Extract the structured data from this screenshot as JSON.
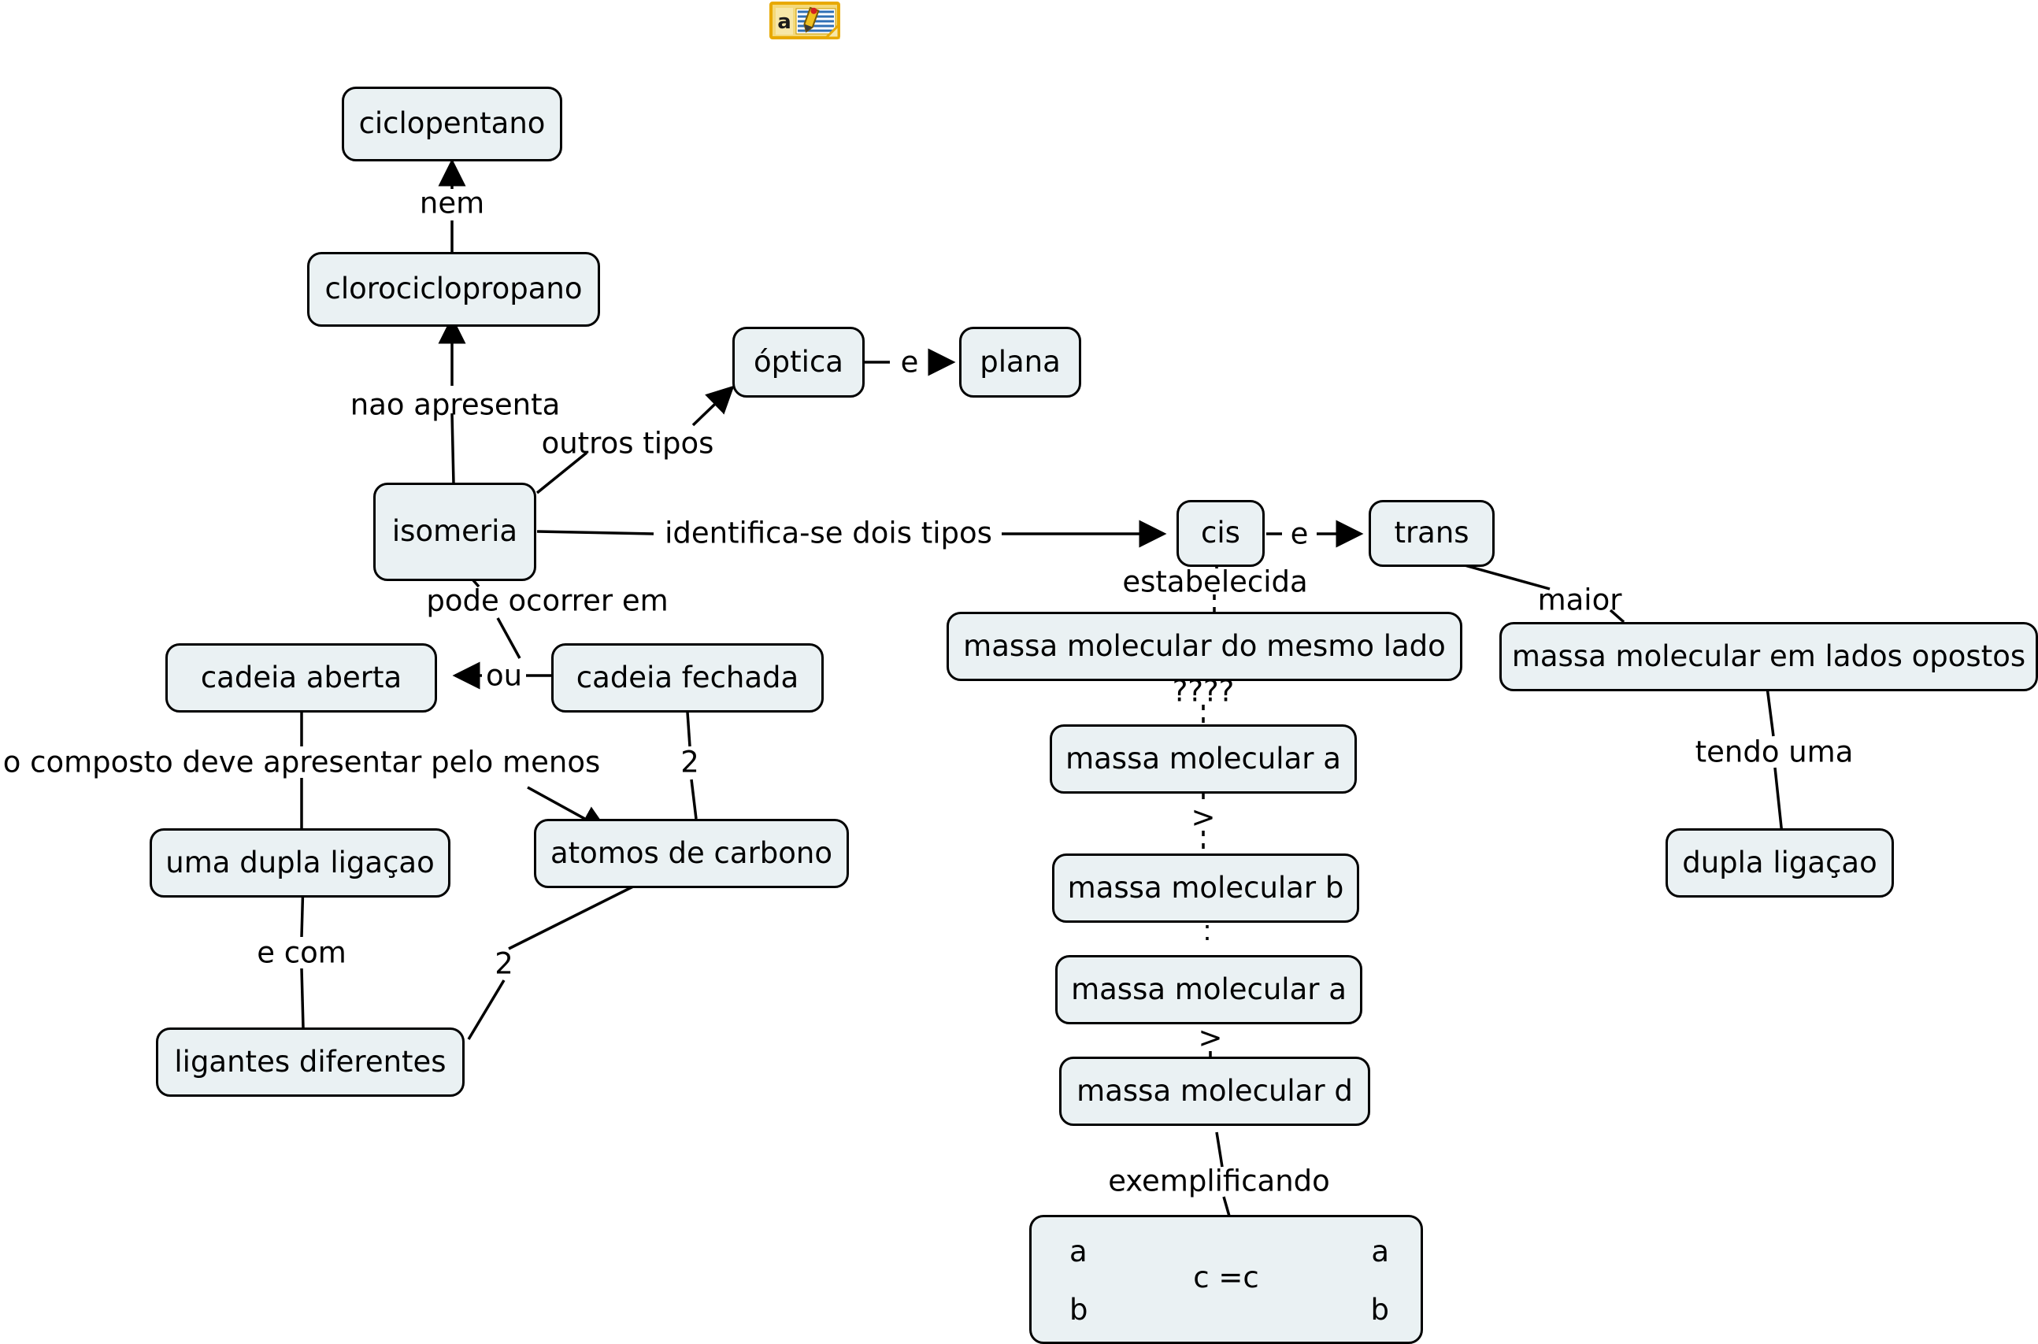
{
  "document": {
    "title": "Mapa conceitual - Isomeria",
    "background_color": "#ffffff",
    "node_fill_color": "#eaf1f3",
    "node_border_color": "#000000",
    "text_color": "#000000"
  },
  "icons": {
    "annotation_note": "note-annotation-icon"
  },
  "nodes": {
    "ciclopentano": "ciclopentano",
    "clorociclopropano": "clorociclopropano",
    "isomeria": "isomeria",
    "optica": "óptica",
    "plana": "plana",
    "cis": "cis",
    "trans": "trans",
    "cadeia_aberta": "cadeia aberta",
    "cadeia_fechada": "cadeia fechada",
    "uma_dupla_ligacao": "uma dupla ligaçao",
    "atomos_de_carbono": "atomos de carbono",
    "ligantes_diferentes": "ligantes diferentes",
    "massa_mesmo_lado": "massa molecular do mesmo lado",
    "massa_lados_opostos": "massa molecular em lados opostos",
    "massa_molecular_a1": "massa molecular a",
    "massa_molecular_b": "massa molecular b",
    "massa_molecular_a2": "massa molecular a",
    "massa_molecular_d": "massa molecular d",
    "dupla_ligacao": "dupla ligaçao"
  },
  "formula_node": {
    "top_left": "a",
    "bottom_left": "b",
    "center": "c =c",
    "top_right": "a",
    "bottom_right": "b"
  },
  "edge_labels": {
    "nem": "nem",
    "nao_apresenta": "nao apresenta",
    "outros_tipos": "outros tipos",
    "identifica_se_dois_tipos": "identifica-se dois tipos",
    "pode_ocorrer_em": "pode ocorrer em",
    "e_optica_plana": "e",
    "e_cis_trans": "e",
    "ou": "ou",
    "o_composto_deve": "o composto deve apresentar pelo menos",
    "dois_fechada": "2",
    "e_com": "e com",
    "dois_ligantes": "2",
    "estabelecida": "estabelecida",
    "maior": "maior",
    "interrogacao": "????",
    "maior_que_1": ">",
    "maior_que_2": ">",
    "tendo_uma": "tendo uma",
    "exemplificando": "exemplificando"
  }
}
